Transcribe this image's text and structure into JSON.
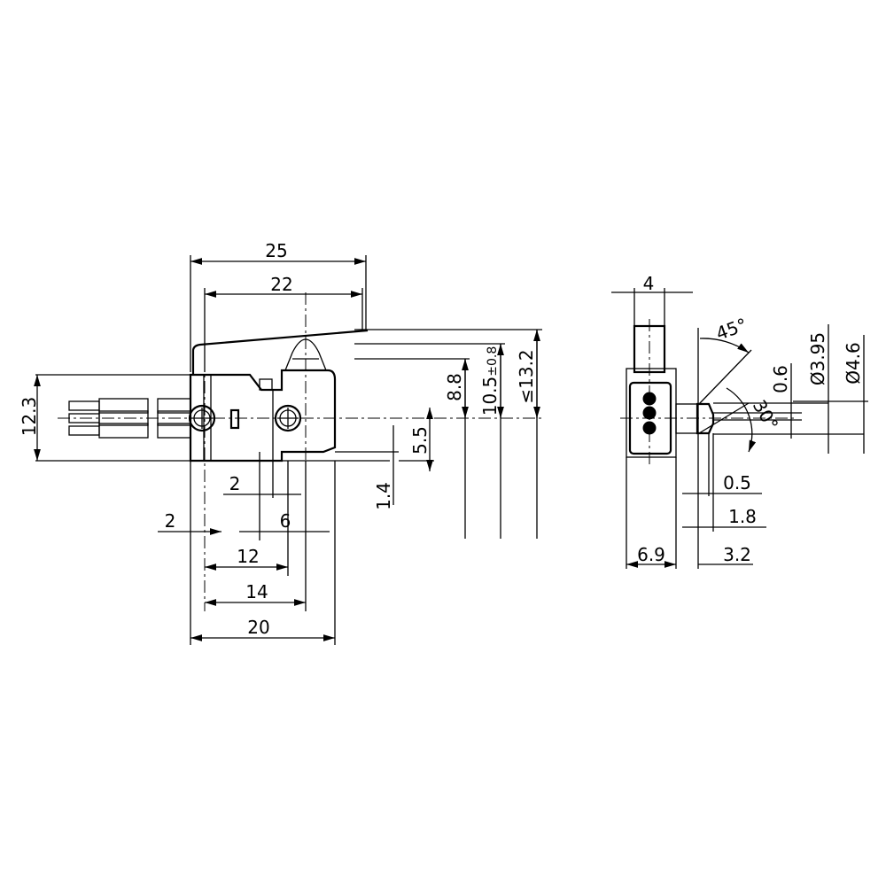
{
  "side_view": {
    "dims": {
      "overall_length": "25",
      "lever_length": "22",
      "height": "12.3",
      "pin_height": "5.5",
      "base_offset": "1.4",
      "free_position": "8.8",
      "operating_position": "10.5",
      "operating_tolerance": "±0.8",
      "max_height": "≤13.2",
      "hole_to_edge": "2",
      "hole_offset": "2",
      "hole_spacing_6": "6",
      "dim_12": "12",
      "dim_14": "14",
      "body_length": "20"
    }
  },
  "end_view": {
    "dims": {
      "lever_width": "4",
      "angle_45": "45°",
      "angle_30": "30°",
      "dim_0_6": "0.6",
      "dia_3_95": "Ø3.95",
      "dia_4_6": "Ø4.6",
      "dim_0_5": "0.5",
      "dim_1_8": "1.8",
      "body_width": "6.9",
      "pin_length": "3.2"
    }
  }
}
